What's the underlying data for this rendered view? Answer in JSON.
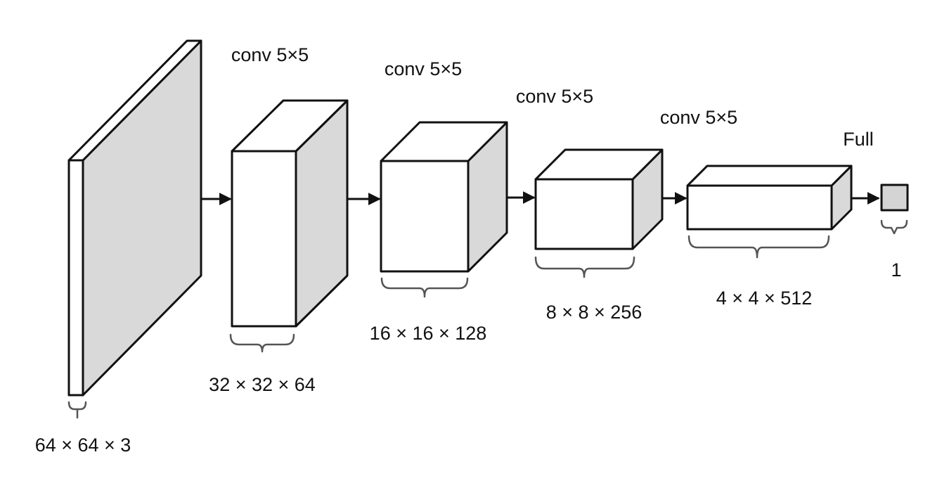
{
  "layers": [
    {
      "id": "input",
      "size_label": "64 × 64 × 3"
    },
    {
      "id": "conv1",
      "op_label": "conv 5×5",
      "size_label": "32 × 32 × 64"
    },
    {
      "id": "conv2",
      "op_label": "conv 5×5",
      "size_label": "16 × 16 × 128"
    },
    {
      "id": "conv3",
      "op_label": "conv 5×5",
      "size_label": "8 × 8 × 256"
    },
    {
      "id": "conv4",
      "op_label": "conv 5×5",
      "size_label": "4 × 4 × 512"
    },
    {
      "id": "output",
      "op_label": "Full",
      "size_label": "1"
    }
  ],
  "colors": {
    "stroke": "#111111",
    "side_fill": "#d9d9d9",
    "brace": "#555555"
  }
}
